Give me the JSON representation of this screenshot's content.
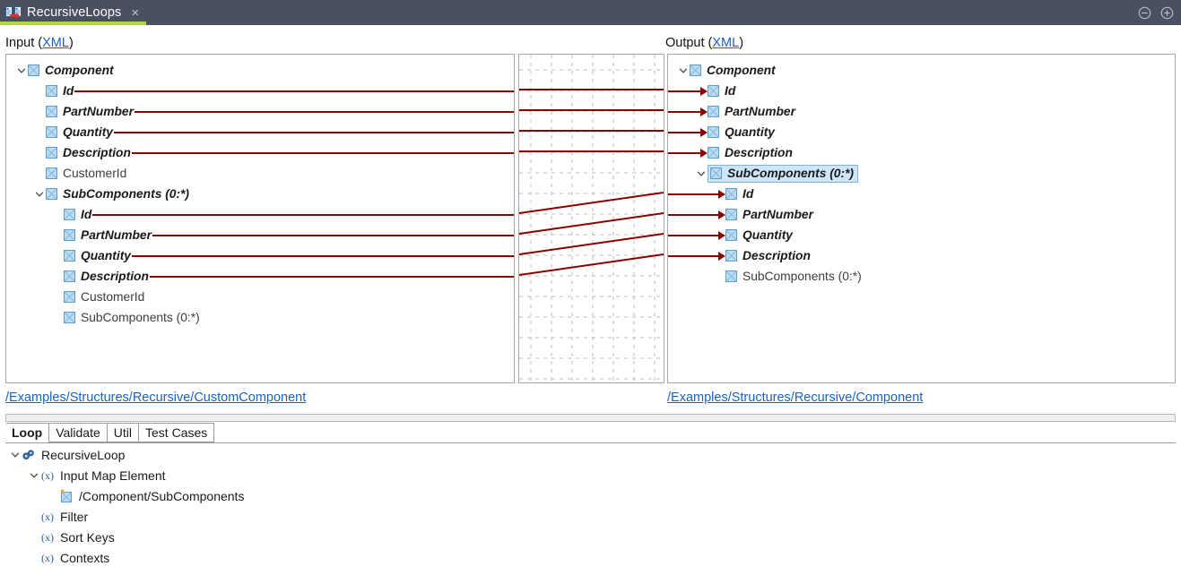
{
  "window": {
    "tab_title": "RecursiveLoops",
    "tab_icon": "mapping-icon",
    "close_label": "×",
    "minimize_icon": "minimize-circle-icon",
    "maximize_icon": "maximize-circle-icon",
    "titlebar_color": "#4b5061",
    "accent_color": "#b6d44a"
  },
  "labels": {
    "input_prefix": "Input (",
    "input_link": "XML",
    "input_suffix": ")",
    "output_prefix": "Output (",
    "output_link": "XML",
    "output_suffix": ")"
  },
  "input_tree": {
    "nodes": [
      {
        "label": "Component",
        "indent": 0,
        "mapped": true,
        "twisty": "expanded",
        "connected": false
      },
      {
        "label": "Id",
        "indent": 1,
        "mapped": true,
        "twisty": "none",
        "connected": true
      },
      {
        "label": "PartNumber",
        "indent": 1,
        "mapped": true,
        "twisty": "none",
        "connected": true
      },
      {
        "label": "Quantity",
        "indent": 1,
        "mapped": true,
        "twisty": "none",
        "connected": true
      },
      {
        "label": "Description",
        "indent": 1,
        "mapped": true,
        "twisty": "none",
        "connected": true
      },
      {
        "label": "CustomerId",
        "indent": 1,
        "mapped": false,
        "twisty": "none",
        "connected": false
      },
      {
        "label": "SubComponents (0:*)",
        "indent": 1,
        "mapped": true,
        "twisty": "expanded",
        "connected": false
      },
      {
        "label": "Id",
        "indent": 2,
        "mapped": true,
        "twisty": "none",
        "connected": true
      },
      {
        "label": "PartNumber",
        "indent": 2,
        "mapped": true,
        "twisty": "none",
        "connected": true
      },
      {
        "label": "Quantity",
        "indent": 2,
        "mapped": true,
        "twisty": "none",
        "connected": true
      },
      {
        "label": "Description",
        "indent": 2,
        "mapped": true,
        "twisty": "none",
        "connected": true
      },
      {
        "label": "CustomerId",
        "indent": 2,
        "mapped": false,
        "twisty": "none",
        "connected": false
      },
      {
        "label": "SubComponents (0:*)",
        "indent": 2,
        "mapped": false,
        "twisty": "none",
        "connected": false
      }
    ]
  },
  "output_tree": {
    "nodes": [
      {
        "label": "Component",
        "indent": 0,
        "mapped": true,
        "twisty": "expanded",
        "arrow": false,
        "selected": false
      },
      {
        "label": "Id",
        "indent": 1,
        "mapped": true,
        "twisty": "none",
        "arrow": true,
        "selected": false
      },
      {
        "label": "PartNumber",
        "indent": 1,
        "mapped": true,
        "twisty": "none",
        "arrow": true,
        "selected": false
      },
      {
        "label": "Quantity",
        "indent": 1,
        "mapped": true,
        "twisty": "none",
        "arrow": true,
        "selected": false
      },
      {
        "label": "Description",
        "indent": 1,
        "mapped": true,
        "twisty": "none",
        "arrow": true,
        "selected": false
      },
      {
        "label": "SubComponents (0:*)",
        "indent": 1,
        "mapped": true,
        "twisty": "expanded",
        "arrow": false,
        "selected": true
      },
      {
        "label": "Id",
        "indent": 2,
        "mapped": true,
        "twisty": "none",
        "arrow": true,
        "selected": false
      },
      {
        "label": "PartNumber",
        "indent": 2,
        "mapped": true,
        "twisty": "none",
        "arrow": true,
        "selected": false
      },
      {
        "label": "Quantity",
        "indent": 2,
        "mapped": true,
        "twisty": "none",
        "arrow": true,
        "selected": false
      },
      {
        "label": "Description",
        "indent": 2,
        "mapped": true,
        "twisty": "none",
        "arrow": true,
        "selected": false
      },
      {
        "label": "SubComponents (0:*)",
        "indent": 2,
        "mapped": false,
        "twisty": "none",
        "arrow": false,
        "selected": false
      }
    ]
  },
  "mapping_grid": {
    "line_color": "#8b0000",
    "grid_color": "#bdbdbd",
    "links": [
      {
        "from_row": 1,
        "to_row": 1,
        "type": "straight"
      },
      {
        "from_row": 2,
        "to_row": 2,
        "type": "straight"
      },
      {
        "from_row": 3,
        "to_row": 3,
        "type": "straight"
      },
      {
        "from_row": 4,
        "to_row": 4,
        "type": "straight"
      },
      {
        "from_row": 7,
        "to_row": 6,
        "type": "diagonal"
      },
      {
        "from_row": 8,
        "to_row": 7,
        "type": "diagonal"
      },
      {
        "from_row": 9,
        "to_row": 8,
        "type": "diagonal"
      },
      {
        "from_row": 10,
        "to_row": 9,
        "type": "diagonal"
      }
    ]
  },
  "paths": {
    "input": "/Examples/Structures/Recursive/CustomComponent",
    "output": "/Examples/Structures/Recursive/Component"
  },
  "bottom_tabs": [
    {
      "label": "Loop",
      "active": true
    },
    {
      "label": "Validate",
      "active": false
    },
    {
      "label": "Util",
      "active": false
    },
    {
      "label": "Test Cases",
      "active": false
    }
  ],
  "bottom_tree": {
    "nodes": [
      {
        "label": "RecursiveLoop",
        "indent": 0,
        "twisty": "expanded",
        "icon": "gears-icon"
      },
      {
        "label": "Input Map Element",
        "indent": 1,
        "twisty": "expanded",
        "icon": "function-x-icon"
      },
      {
        "label": "/Component/SubComponents",
        "indent": 2,
        "twisty": "none",
        "icon": "element-ref-icon"
      },
      {
        "label": "Filter",
        "indent": 1,
        "twisty": "none",
        "icon": "function-x-icon"
      },
      {
        "label": "Sort Keys",
        "indent": 1,
        "twisty": "none",
        "icon": "function-x-icon"
      },
      {
        "label": "Contexts",
        "indent": 1,
        "twisty": "none",
        "icon": "function-x-icon"
      }
    ]
  }
}
